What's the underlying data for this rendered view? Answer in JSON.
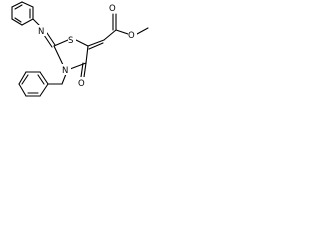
{
  "molecule": {
    "atoms": {
      "ester_o_single": "O",
      "ester_o_double": "O",
      "ring_s": "S",
      "imine_n": "N",
      "ring_n": "N",
      "ring_o": "O"
    },
    "colors": {
      "line": "#000000",
      "text": "#000000",
      "background": "#ffffff"
    }
  }
}
